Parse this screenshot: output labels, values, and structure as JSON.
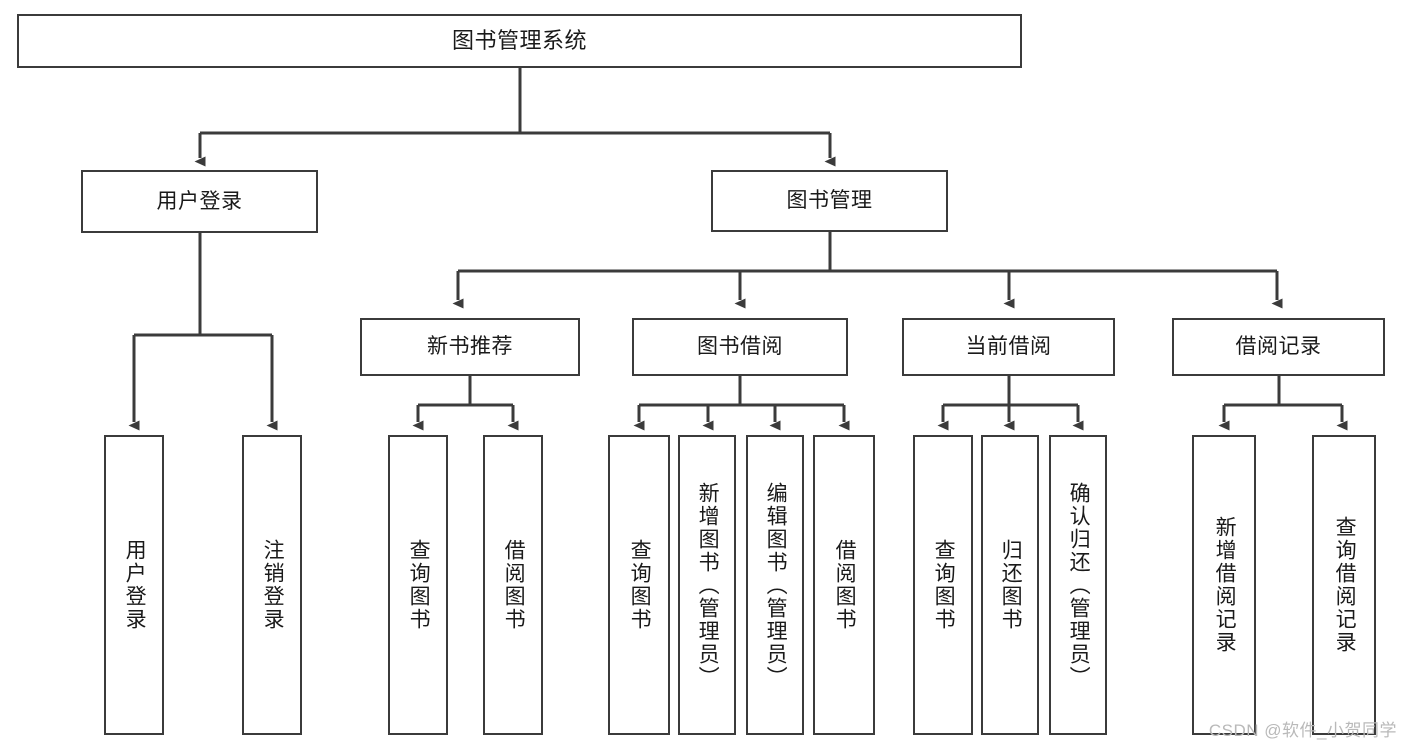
{
  "diagram": {
    "type": "tree-hierarchy-chart",
    "title": "图书管理系统",
    "watermark": "CSDN @软件_小贺同学",
    "style": {
      "box_border_color": "#3b3b3b",
      "box_fill_color": "#ffffff",
      "edge_color": "#3b3b3b",
      "text_color": "#1a1a1a",
      "background": "#ffffff"
    },
    "nodes": {
      "root": {
        "label": "图书管理系统"
      },
      "level2": [
        {
          "id": "user-login",
          "label": "用户登录"
        },
        {
          "id": "book-manage",
          "label": "图书管理"
        }
      ],
      "level3": [
        {
          "id": "new-book-recommend",
          "label": "新书推荐"
        },
        {
          "id": "book-borrow",
          "label": "图书借阅"
        },
        {
          "id": "current-borrow",
          "label": "当前借阅"
        },
        {
          "id": "borrow-record",
          "label": "借阅记录"
        }
      ],
      "leaves": {
        "user_login": [
          {
            "id": "leaf-user-login",
            "label": "用户登录"
          },
          {
            "id": "leaf-logout-login",
            "label": "注销登录"
          }
        ],
        "new_book_recommend": [
          {
            "id": "leaf-query-book-1",
            "label": "查询图书"
          },
          {
            "id": "leaf-borrow-book-1",
            "label": "借阅图书"
          }
        ],
        "book_borrow": [
          {
            "id": "leaf-query-book-2",
            "label": "查询图书"
          },
          {
            "id": "leaf-add-book",
            "label": "新增图书（管理员）"
          },
          {
            "id": "leaf-edit-book",
            "label": "编辑图书（管理员）"
          },
          {
            "id": "leaf-borrow-book-2",
            "label": "借阅图书"
          }
        ],
        "current_borrow": [
          {
            "id": "leaf-query-book-3",
            "label": "查询图书"
          },
          {
            "id": "leaf-return-book",
            "label": "归还图书"
          },
          {
            "id": "leaf-confirm-return",
            "label": "确认归还（管理员）"
          }
        ],
        "borrow_record": [
          {
            "id": "leaf-add-record",
            "label": "新增借阅记录"
          },
          {
            "id": "leaf-query-record",
            "label": "查询借阅记录"
          }
        ]
      }
    }
  }
}
